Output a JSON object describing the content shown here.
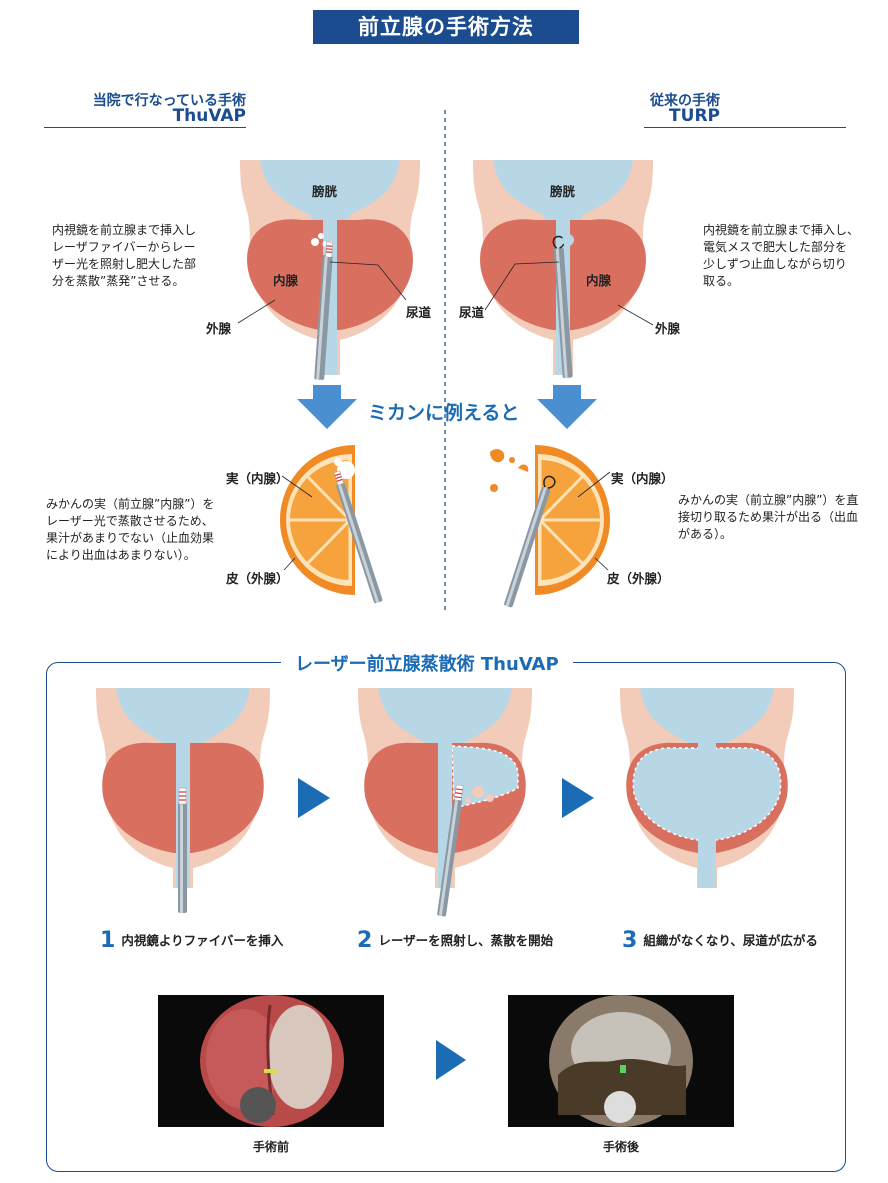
{
  "title": "前立腺の手術方法",
  "left": {
    "subtitle": "当院で行なっている手術",
    "name": "ThuVAP",
    "description": [
      "内視鏡を前立腺まで挿入し",
      "レーザファイバーからレー",
      "ザー光を照射し肥大した部",
      "分を蒸散”蒸発”させる。"
    ],
    "labels": {
      "bladder": "膀胱",
      "inner": "内腺",
      "outer": "外腺",
      "urethra": "尿道"
    }
  },
  "right": {
    "subtitle": "従来の手術",
    "name": "TURP",
    "description": [
      "内視鏡を前立腺まで挿入し、",
      "電気メスで肥大した部分を",
      "少しずつ止血しながら切り",
      "取る。"
    ],
    "labels": {
      "bladder": "膀胱",
      "inner": "内腺",
      "outer": "外腺",
      "urethra": "尿道"
    }
  },
  "mikan_heading": "ミカンに例えると",
  "mikan_left": {
    "fruit": "実（内腺）",
    "peel": "皮（外腺）",
    "description": [
      "みかんの実（前立腺”内腺”）を",
      "レーザー光で蒸散させるため、",
      "果汁があまりでない（止血効果",
      "により出血はあまりない）。"
    ]
  },
  "mikan_right": {
    "fruit": "実（内腺）",
    "peel": "皮（外腺）",
    "description": [
      "みかんの実（前立腺”内腺”）を直",
      "接切り取るため果汁が出る（出血",
      "がある）。"
    ]
  },
  "procedure": {
    "title": "レーザー前立腺蒸散術 ThuVAP",
    "steps": [
      {
        "num": "1",
        "text": "内視鏡よりファイバーを挿入"
      },
      {
        "num": "2",
        "text": "レーザーを照射し、蒸散を開始"
      },
      {
        "num": "3",
        "text": "組織がなくなり、尿道が広がる"
      }
    ],
    "photos": [
      {
        "caption": "手術前"
      },
      {
        "caption": "手術後"
      }
    ]
  },
  "colors": {
    "accent": "#1b4c8f",
    "light_blue": "#1b6bb5",
    "tissue": "#d9705f",
    "capsule": "#f3cbb9",
    "bladder": "#b7d6e6",
    "orange": "#f08a24"
  }
}
